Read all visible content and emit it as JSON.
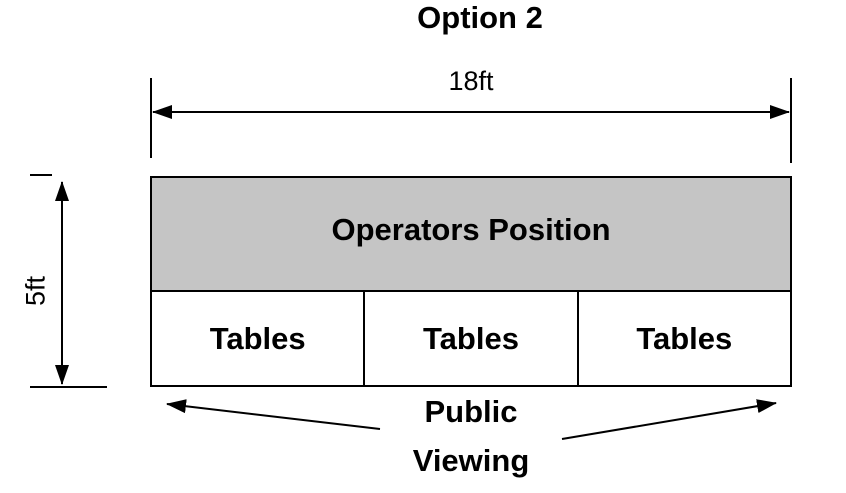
{
  "title": "Option 2",
  "dimensions": {
    "width": {
      "label": "18ft"
    },
    "height": {
      "label": "5ft"
    }
  },
  "diagram": {
    "operators": {
      "label": "Operators Position"
    },
    "tables": [
      {
        "label": "Tables"
      },
      {
        "label": "Tables"
      },
      {
        "label": "Tables"
      }
    ],
    "public_viewing": {
      "line1": "Public",
      "line2": "Viewing"
    }
  },
  "colors": {
    "operators_fill": "#c5c5c5",
    "tables_fill": "#ffffff",
    "line": "#000000",
    "text": "#000000",
    "background": "#ffffff"
  }
}
